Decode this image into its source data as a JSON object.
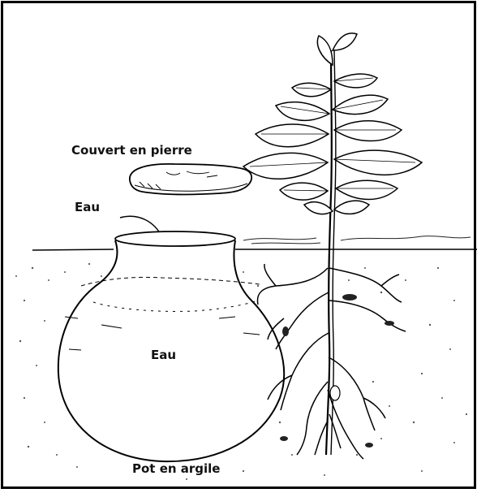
{
  "labels": {
    "cover": "Couvert en pierre",
    "water_top": "Eau",
    "water_pot": "Eau",
    "pot": "Pot en argile"
  }
}
